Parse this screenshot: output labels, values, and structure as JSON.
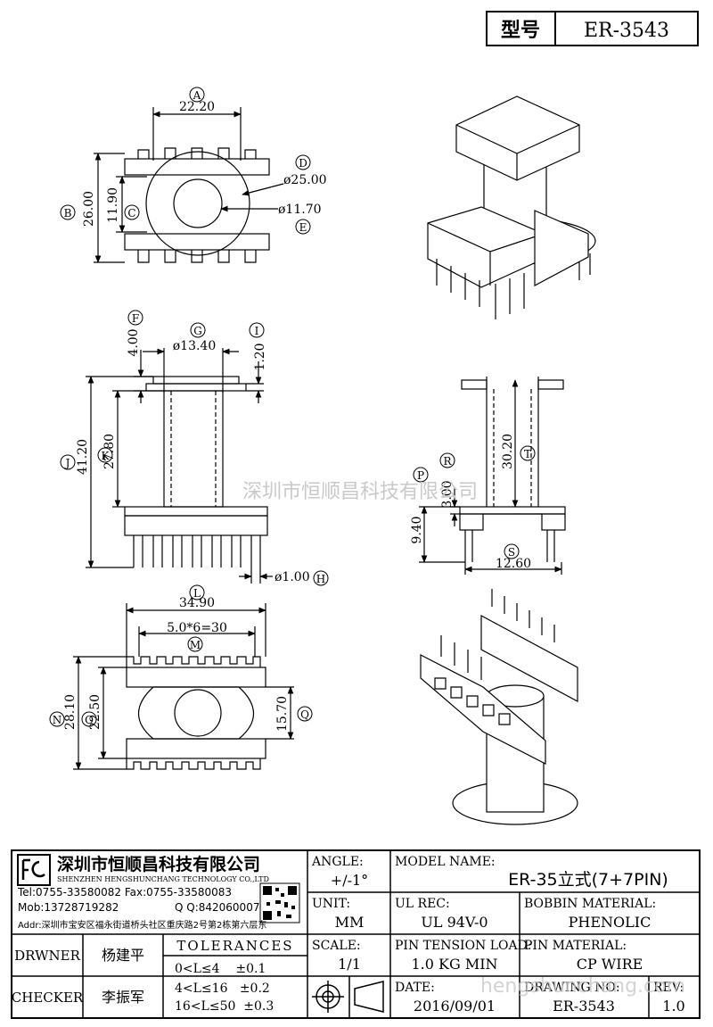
{
  "header": {
    "model_label": "型号",
    "model_value": "ER-3543"
  },
  "dimensions": {
    "A": "A",
    "B": "B",
    "C": "C",
    "D": "D",
    "E": "E",
    "F": "F",
    "G": "G",
    "H": "H",
    "I": "I",
    "J": "J",
    "K": "K",
    "L": "L",
    "M": "M",
    "N": "N",
    "O": "O",
    "P": "P",
    "Q": "Q",
    "R": "R",
    "S": "S",
    "T": "T",
    "a_val": "22.20",
    "b_val": "26.00",
    "c_val": "11.90",
    "d_val": "ø25.00",
    "e_val": "ø11.70",
    "f_val": "4.00",
    "g_val": "ø13.40",
    "i_val": "1.20",
    "j_val": "41.20",
    "k_val": "27.80",
    "h_val": "ø1.00",
    "l_val": "34.90",
    "m_val": "5.0*6=30",
    "n_val": "28.10",
    "o_val": "22.50",
    "q_val": "15.70",
    "r_val": "3.00",
    "t_val": "30.20",
    "p_val": "9.40",
    "s_val": "12.60"
  },
  "watermark": {
    "main": "深圳市恒顺昌科技有限公司",
    "url": "hengshunchang.com"
  },
  "company": {
    "name_cn": "深圳市恒顺昌科技有限公司",
    "name_en": "SHENZHEN HENGSHUNCHANG TECHNOLOGY CO.,LTD",
    "tel": "Tel:0755-33580082 Fax:0755-33580083",
    "mob": "Mob:13728719282",
    "qq": "Q  Q:842060007",
    "addr": "Addr:深圳市宝安区福永街道桥头社区重庆路2号第2栋第六层东"
  },
  "title_block": {
    "angle_label": "ANGLE:",
    "angle_value": "+/-1°",
    "model_name_label": "MODEL NAME:",
    "model_name_value": "ER-35立式(7+7PIN)",
    "unit_label": "UNIT:",
    "unit_value": "MM",
    "ul_label": "UL REC:",
    "ul_value": "UL 94V-0",
    "bobbin_label": "BOBBIN MATERIAL:",
    "bobbin_value": "PHENOLIC",
    "drawner_label": "DRWNER",
    "drawner_value": "杨建平",
    "checker_label": "CHECKER",
    "checker_value": "李振军",
    "tol_label": "TOLERANCES",
    "tol_rows": [
      "0<L≤4    ±0.1",
      "4<L≤16   ±0.2",
      "16<L≤50  ±0.3"
    ],
    "scale_label": "SCALE:",
    "scale_value": "1/1",
    "pin_tension_label": "PIN TENSION LOAD:",
    "pin_tension_value": "1.0 KG MIN",
    "pin_material_label": "PIN MATERIAL:",
    "pin_material_value": "CP WIRE",
    "date_label": "DATE:",
    "date_value": "2016/09/01",
    "drawing_no_label": "DRAWING NO:",
    "drawing_no_value": "ER-3543",
    "rev_label": "REV:",
    "rev_value": "1.0"
  }
}
